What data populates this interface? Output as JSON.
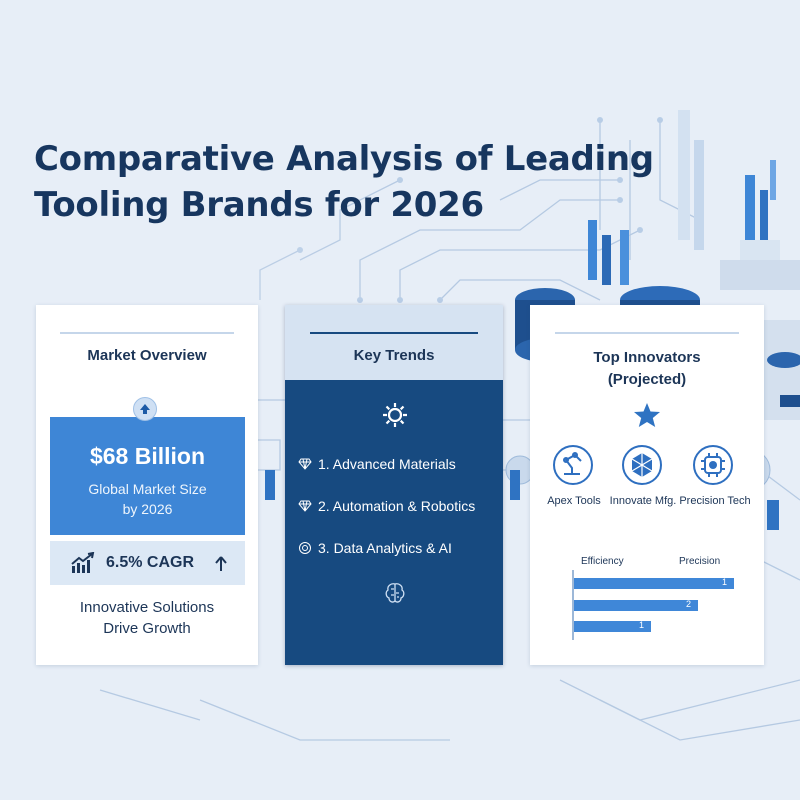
{
  "title_lines": [
    "Comparative Analysis of Leading",
    "Tooling Brands for 2026"
  ],
  "market": {
    "title": "Market Overview",
    "value": "$68 Billion",
    "sub_line1": "Global Market Size",
    "sub_line2": "by 2026",
    "cagr": "6.5% CAGR",
    "foot_line1": "Innovative Solutions",
    "foot_line2": "Drive Growth"
  },
  "trends": {
    "title": "Key Trends",
    "items": [
      "1.  Advanced Materials",
      "2. Automation & Robotics",
      "3. Data Analytics & AI"
    ]
  },
  "innovators": {
    "title_line1": "Top Innovators",
    "title_line2": "(Projected)",
    "brands": [
      "Apex Tools",
      "Innovate Mfg.",
      "Precision Tech"
    ],
    "metrics": [
      "Efficiency",
      "Precision"
    ],
    "ranks": [
      {
        "value": 1,
        "label": "1"
      },
      {
        "value": 2,
        "label": "2"
      },
      {
        "value": 1,
        "label": "1"
      }
    ]
  },
  "colors": {
    "accent": "#3e86d6",
    "navy": "#174a80",
    "title": "#17365f",
    "background": "#e7eef7"
  },
  "icons": {
    "market": [
      "arrow-up-icon",
      "growth-chart-icon",
      "up-arrow-icon"
    ],
    "trends": [
      "gear-icon",
      "diamond-icon",
      "diamond-icon",
      "data-analytics-icon",
      "brain-icon"
    ],
    "innovators": [
      "star-icon",
      "robot-arm-icon",
      "cube-icon",
      "gear-chip-icon"
    ]
  }
}
